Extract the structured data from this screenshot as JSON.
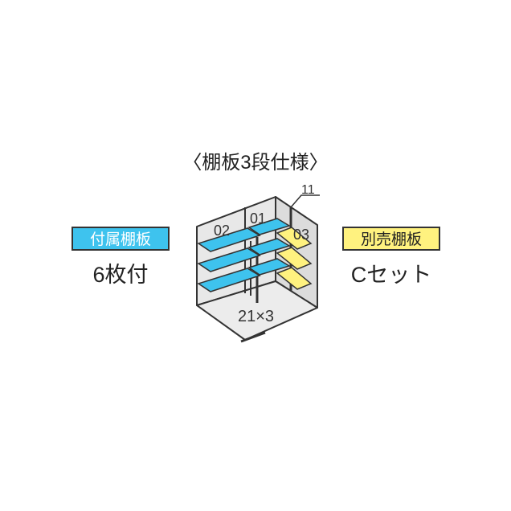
{
  "title": "〈棚板3段仕様〉",
  "included": {
    "badge": "付属棚板",
    "count": "6枚付"
  },
  "sold_separately": {
    "badge": "別売棚板",
    "set": "Cセット"
  },
  "diagram": {
    "labels": {
      "left_shelf": "02",
      "center_shelf": "01",
      "right_shelf": "03",
      "pillar": "11",
      "floor": "21×3"
    },
    "colors": {
      "included_shelf": "#3ec3ee",
      "optional_shelf": "#fff27f",
      "wall": "#e6e6e6",
      "outline": "#333333"
    }
  }
}
